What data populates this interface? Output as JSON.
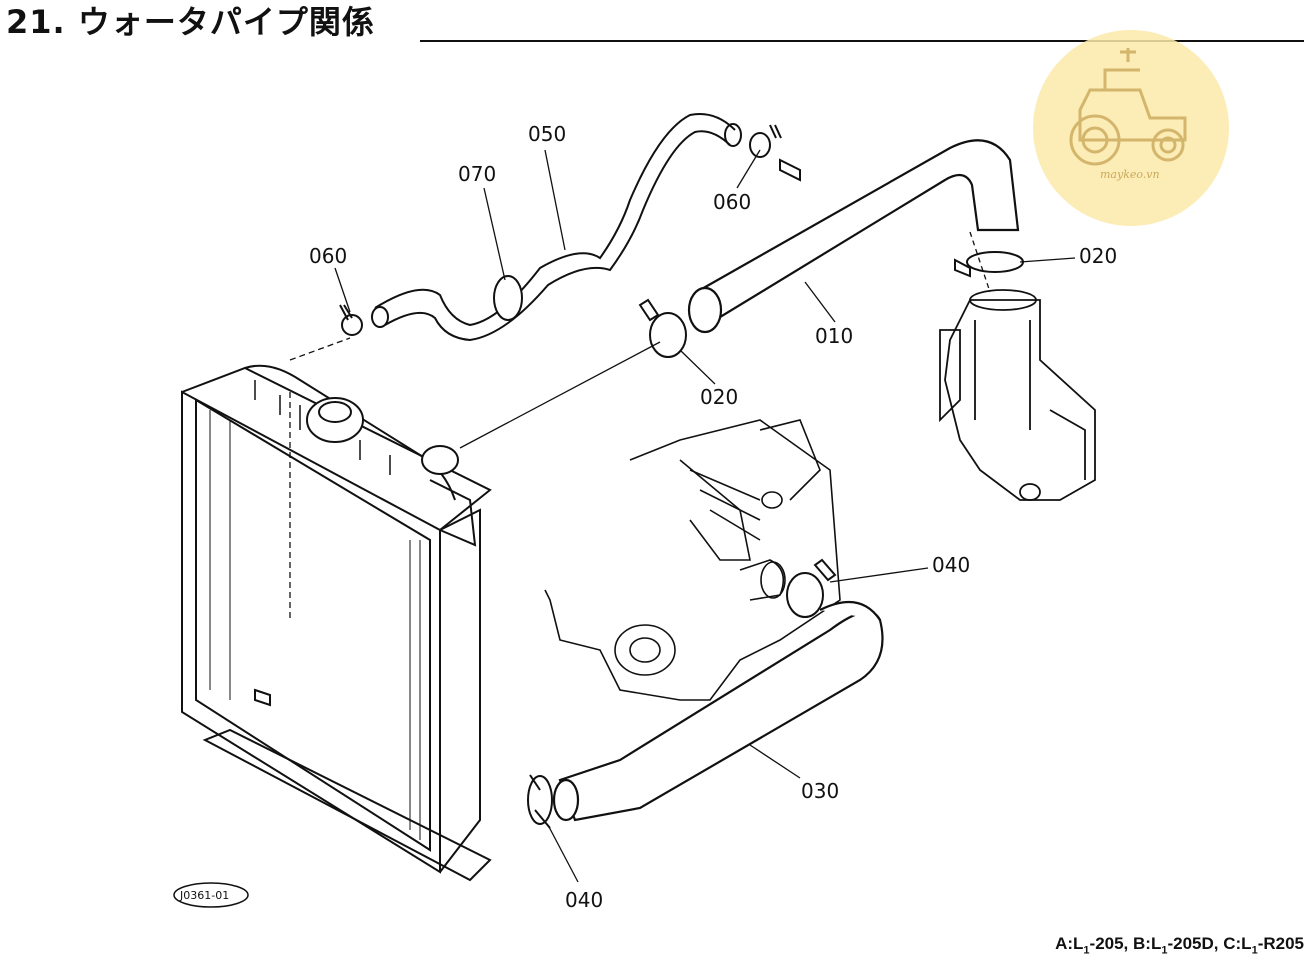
{
  "header": {
    "title": "21. ウォータパイプ関係"
  },
  "watermark": {
    "text": "maykeo.vn",
    "color": "#fbe9a8",
    "icon": "tractor-icon"
  },
  "figure_id": "J0361-01",
  "parts": {
    "p010": "010",
    "p020a": "020",
    "p020b": "020",
    "p030": "030",
    "p040a": "040",
    "p040b": "040",
    "p050": "050",
    "p060a": "060",
    "p060b": "060",
    "p070": "070"
  },
  "footer": {
    "a_prefix": "A:L",
    "a_sub": "1",
    "a_suffix": "-205,",
    "b_prefix": "B:L",
    "b_sub": "1",
    "b_suffix": "-205D,",
    "c_prefix": "C:L",
    "c_sub": "1",
    "c_suffix": "-R205"
  }
}
